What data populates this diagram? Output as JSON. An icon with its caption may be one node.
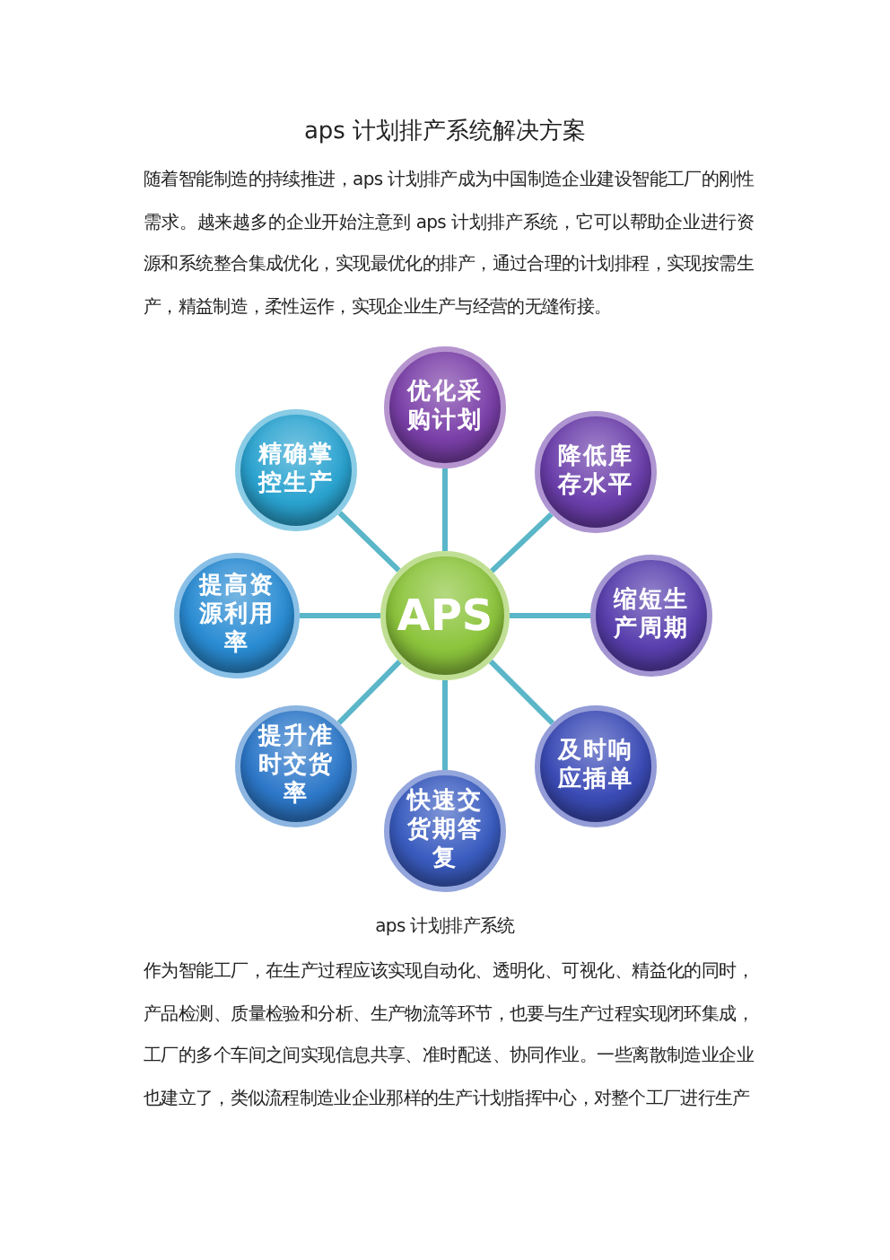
{
  "diagram": {
    "title": "aps 计划排产系统解决方案",
    "caption": "aps 计划排产系统",
    "nodes": [
      {
        "text": [
          "优化采购计划"
        ]
      },
      {
        "text": [
          "精确掌控生产"
        ]
      },
      {
        "text": [
          "降低库存水平"
        ]
      },
      {
        "text": [
          "提高资源利用率"
        ]
      },
      {
        "text": [
          "APS"
        ]
      },
      {
        "text": [
          "缩短生产周期"
        ]
      },
      {
        "text": [
          "提升准时交货率"
        ]
      },
      {
        "text": [
          "及时响应插单"
        ]
      },
      {
        "text": [
          "快速交货期答复"
        ]
      }
    ],
    "edges": [
      {
        "from": 4,
        "to": 0,
        "arrow": "none"
      },
      {
        "from": 4,
        "to": 1,
        "arrow": "none"
      },
      {
        "from": 4,
        "to": 2,
        "arrow": "none"
      },
      {
        "from": 4,
        "to": 3,
        "arrow": "none"
      },
      {
        "from": 4,
        "to": 5,
        "arrow": "none"
      },
      {
        "from": 4,
        "to": 6,
        "arrow": "none"
      },
      {
        "from": 4,
        "to": 7,
        "arrow": "none"
      },
      {
        "from": 4,
        "to": 8,
        "arrow": "none"
      }
    ],
    "labels": [
      "随着智能制造的持续推进，aps 计划排产成为中国制造企业建设智能工厂的刚性需求。越来越多的企业开始注意到 aps 计划排产系统，它可以帮助企业进行资源和系统整合集成优化，实现最优化的排产，通过合理的计划排程，实现按需生产，精益制造，柔性运作，实现企业生产与经营的无缝衔接。",
      "作为智能工厂，在生产过程应该实现自动化、透明化、可视化、精益化的同时，产品检测、质量检验和分析、生产物流等环节，也要与生产过程实现闭环集成，工厂的多个车间之间实现信息共享、准时配送、协同作业。一些离散制造业企业也建立了，类似流程制造业企业那样的生产计划指挥中心，对整个工厂进行生产"
    ]
  }
}
